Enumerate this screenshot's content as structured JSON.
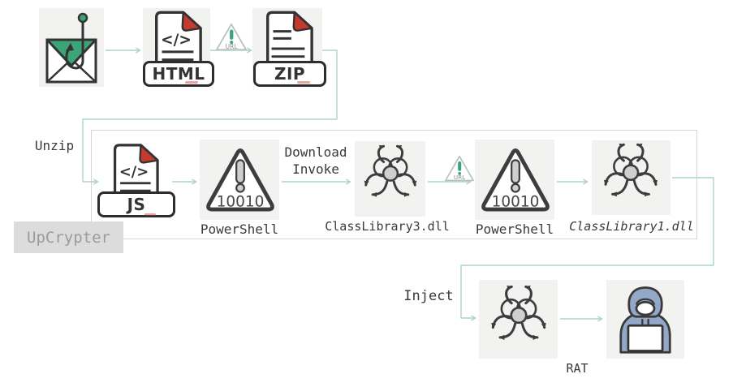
{
  "nodes": {
    "phishing_email": {
      "icon": "phishing-email-icon"
    },
    "html_file": {
      "label": "HTML"
    },
    "url_warning_1": {
      "badge": "URL"
    },
    "zip_file": {
      "label": "ZIP"
    },
    "js_file": {
      "label": "JS"
    },
    "powershell_1": {
      "code": "10010",
      "label": "PowerShell"
    },
    "classlibrary3_dll": {
      "label": "ClassLibrary3.dll"
    },
    "url_warning_2": {
      "badge": "URL"
    },
    "powershell_2": {
      "code": "10010",
      "label": "PowerShell"
    },
    "classlibrary1_dll": {
      "label": "ClassLibrary1.dll"
    },
    "injected_malware": {
      "label": "RAT"
    },
    "attacker": {
      "icon": "hacker-icon"
    }
  },
  "edges": {
    "unzip": "Unzip",
    "download_invoke": {
      "line1": "Download",
      "line2": "Invoke"
    },
    "inject": "Inject"
  },
  "overlays": {
    "upcrypter": "UpCrypter"
  },
  "colors": {
    "arrow": "#abd5c5",
    "icon_background": "#f2f2f1",
    "outline": "#3d3d3d",
    "accent_green": "#3ba577",
    "fold_red": "#c53a2e",
    "hoodie_blue": "#93a7c7",
    "gray_fill": "#cfcfcf",
    "container_border": "#d6d6d6",
    "label_text": "#3a3a3a",
    "upcrypter_background": "#dcdcdc"
  }
}
